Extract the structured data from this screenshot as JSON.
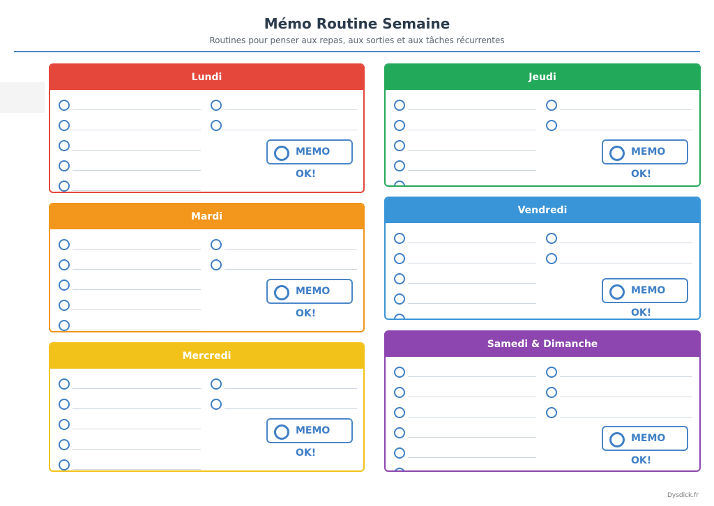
{
  "header": {
    "title": "Mémo Routine Semaine",
    "subtitle": "Routines pour penser aux repas, aux sorties et aux tâches récurrentes"
  },
  "memo_label": "MEMO OK!",
  "footer": {
    "credit": "Dysdick.fr"
  },
  "colors": {
    "accent": "#4a86c8",
    "lundi": "#e5473b",
    "mardi": "#f2961c",
    "mercredi": "#f2c21b",
    "jeudi": "#23a95a",
    "vendredi": "#3a95d8",
    "weekend": "#8d45b0"
  },
  "days": [
    {
      "name": "Lundi",
      "color": "#e5473b"
    },
    {
      "name": "Mardi",
      "color": "#f2961c"
    },
    {
      "name": "Mercredi",
      "color": "#f2c21b"
    },
    {
      "name": "Jeudi",
      "color": "#23a95a"
    },
    {
      "name": "Vendredi",
      "color": "#3a95d8"
    },
    {
      "name": "Samedi & Dimanche",
      "color": "#8d45b0"
    }
  ]
}
